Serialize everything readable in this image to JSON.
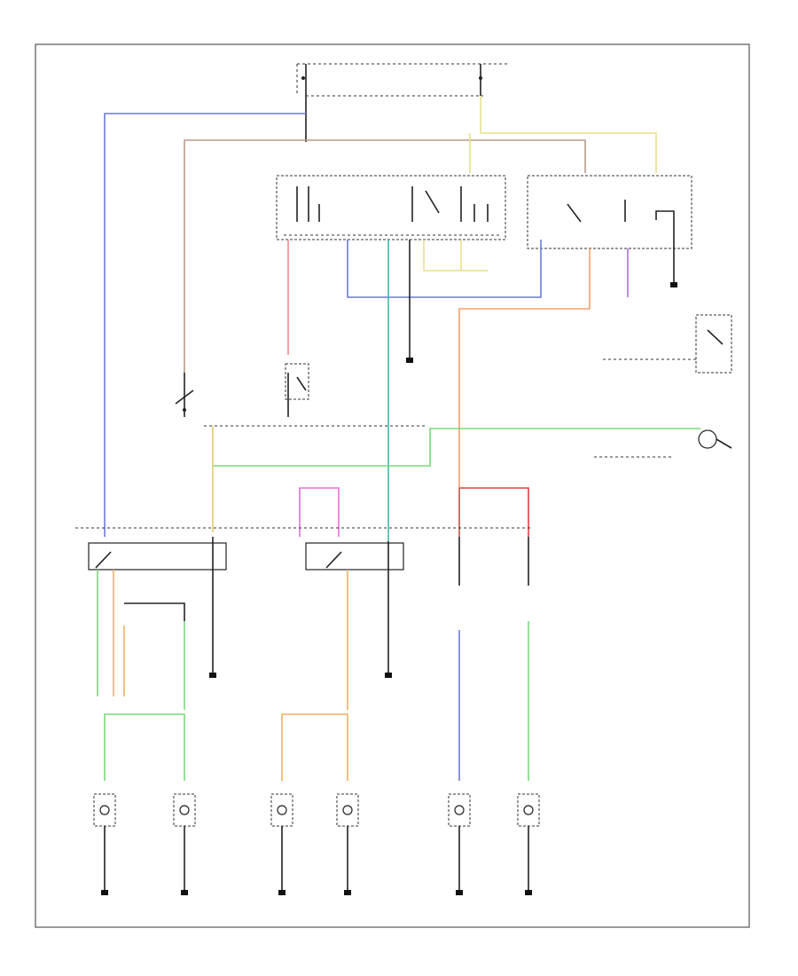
{
  "colors": {
    "frame": "#555555",
    "wire_black": "#222222",
    "wire_blue": "#6a7bd8",
    "wire_brown": "#b89a8a",
    "wire_yellow": "#e8e08a",
    "wire_pink": "#f28a8a",
    "wire_red": "#e04040",
    "wire_cyan": "#3fb8a8",
    "wire_green": "#7ad87a",
    "wire_orange": "#f0b060",
    "wire_magenta": "#e070e0",
    "wire_violet": "#b070d0",
    "wire_gray": "#999999"
  },
  "components": [
    {
      "id": "hot-at-all-times-bus"
    },
    {
      "id": "instrument-cluster"
    },
    {
      "id": "generic-electronic-module"
    },
    {
      "id": "multifunction-switch"
    },
    {
      "id": "stoplamp-switch"
    },
    {
      "id": "brake-pedal-position-switch"
    },
    {
      "id": "flasher"
    },
    {
      "id": "left-turn-relay"
    },
    {
      "id": "right-turn-relay"
    },
    {
      "id": "left-front-turn-lamp"
    },
    {
      "id": "right-front-turn-lamp"
    },
    {
      "id": "left-rear-turn-lamp"
    },
    {
      "id": "right-rear-turn-lamp"
    },
    {
      "id": "left-stop-lamp"
    },
    {
      "id": "right-stop-lamp"
    }
  ]
}
